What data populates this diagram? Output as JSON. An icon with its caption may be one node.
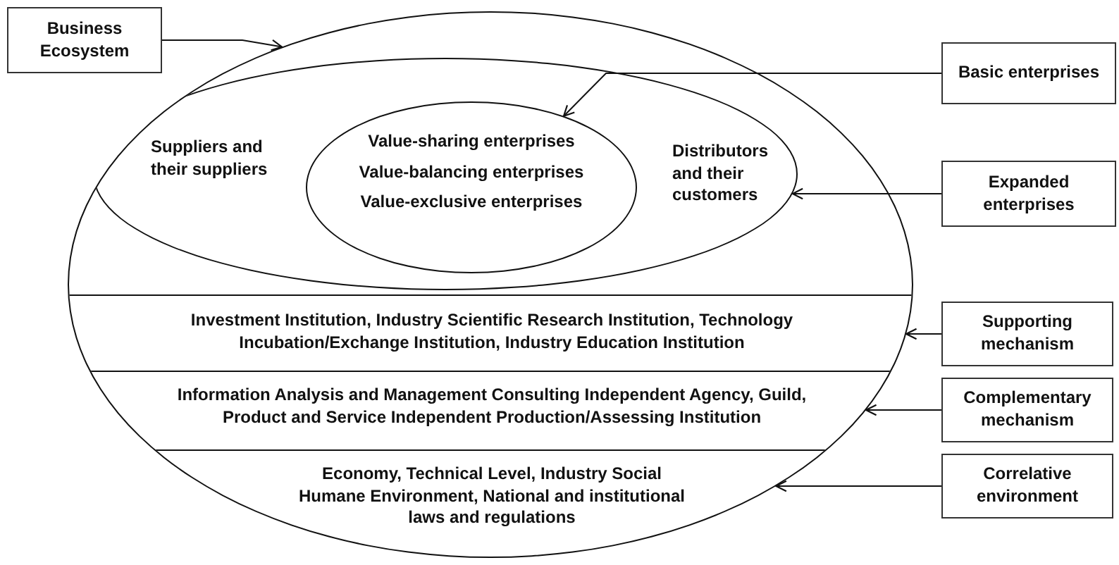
{
  "diagram": {
    "nodes": [
      {
        "text": [
          "Business Ecosystem"
        ]
      },
      {
        "text": [],
        "shape": "ellipse"
      },
      {
        "text": [
          "Suppliers and their suppliers",
          "Distributors and their customers"
        ],
        "in": 1
      },
      {
        "text": [
          "Value-sharing enterprises",
          "Value-balancing enterprises",
          "Value-exclusive enterprises"
        ],
        "in": 2
      },
      {
        "text": [
          "Investment Institution, Industry Scientific Research Institution, Technology Incubation/Exchange Institution, Industry Education Institution"
        ],
        "in": 1
      },
      {
        "text": [
          "Information Analysis and Management Consulting Independent Agency, Guild, Product and Service Independent Production/Assessing Institution"
        ],
        "in": 1
      },
      {
        "text": [
          "Economy, Technical Level, Industry Social Humane Environment, National and institutional laws and regulations"
        ],
        "in": 1
      },
      {
        "text": [
          "Basic enterprises"
        ]
      },
      {
        "text": [
          "Expanded enterprises"
        ]
      },
      {
        "text": [
          "Supporting mechanism"
        ]
      },
      {
        "text": [
          "Complementary mechanism"
        ]
      },
      {
        "text": [
          "Correlative environment"
        ]
      }
    ],
    "edges": [
      {
        "from": 0,
        "to": 1,
        "arrow": "to"
      },
      {
        "from": 7,
        "to": 3,
        "arrow": "to"
      },
      {
        "from": 8,
        "to": 2,
        "arrow": "to"
      },
      {
        "from": 9,
        "to": 4,
        "arrow": "to"
      },
      {
        "from": 10,
        "to": 5,
        "arrow": "to"
      },
      {
        "from": 11,
        "to": 6,
        "arrow": "to"
      }
    ]
  }
}
